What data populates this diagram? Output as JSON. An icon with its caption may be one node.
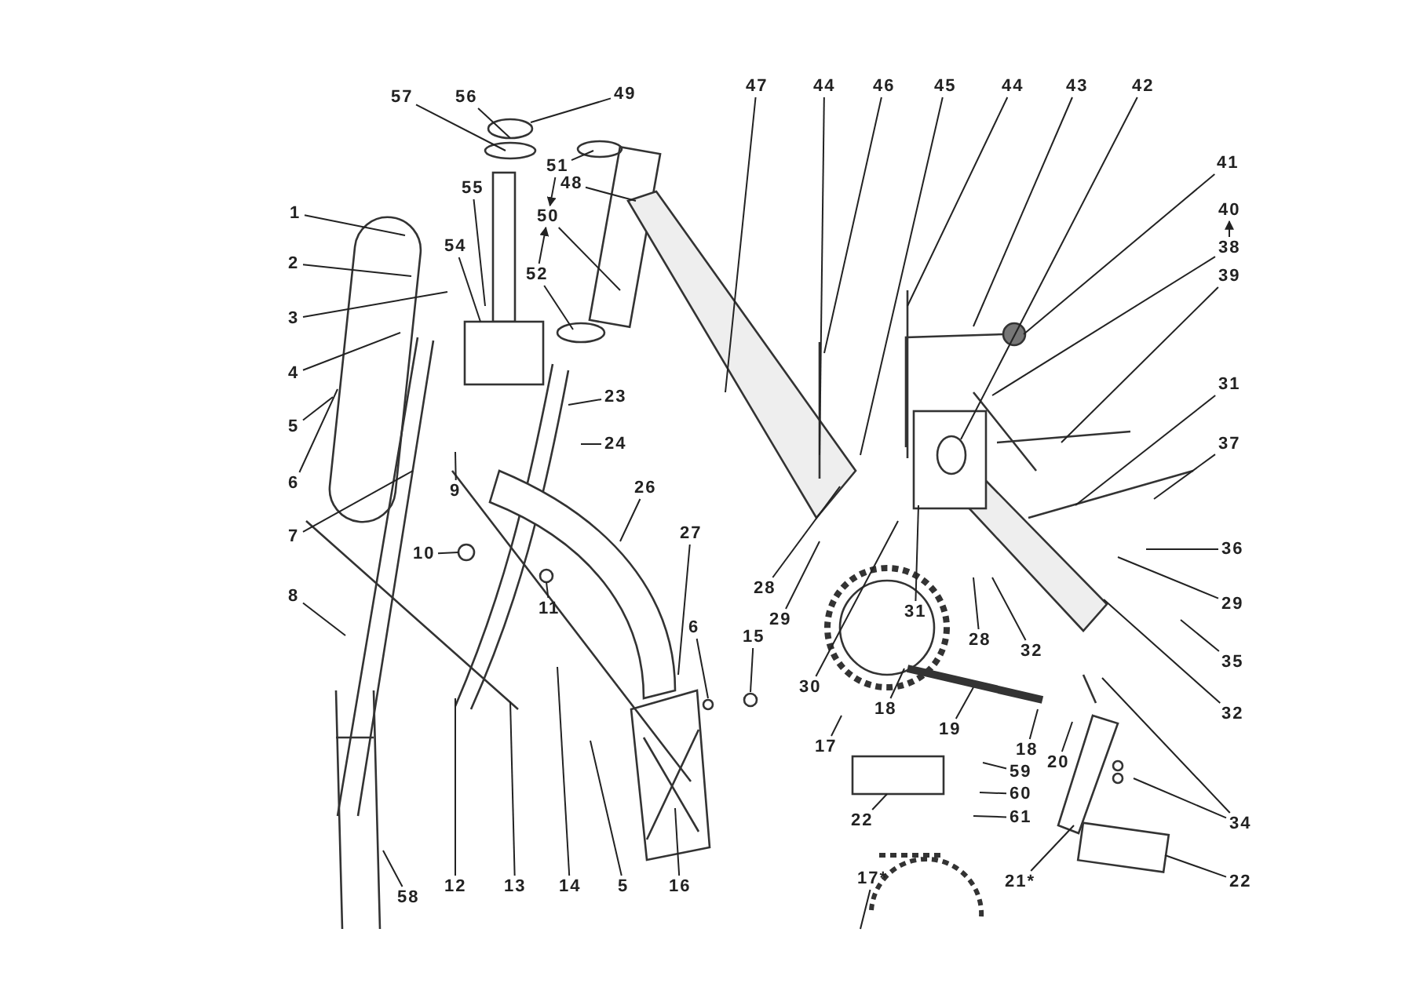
{
  "diagram": {
    "nodes": [
      {
        "text": [
          "57"
        ]
      },
      {
        "text": [
          "56"
        ]
      },
      {
        "text": [
          "49"
        ]
      },
      {
        "text": [
          "51"
        ]
      },
      {
        "text": [
          "55"
        ]
      },
      {
        "text": [
          "48"
        ]
      },
      {
        "text": [
          "50"
        ]
      },
      {
        "text": [
          "52"
        ]
      },
      {
        "text": [
          "54"
        ]
      },
      {
        "text": [
          "1"
        ]
      },
      {
        "text": [
          "2"
        ]
      },
      {
        "text": [
          "3"
        ]
      },
      {
        "text": [
          "4"
        ]
      },
      {
        "text": [
          "5"
        ]
      },
      {
        "text": [
          "6"
        ]
      },
      {
        "text": [
          "7"
        ]
      },
      {
        "text": [
          "9"
        ]
      },
      {
        "text": [
          "23"
        ]
      },
      {
        "text": [
          "24"
        ]
      },
      {
        "text": [
          "26"
        ]
      },
      {
        "text": [
          "8"
        ]
      },
      {
        "text": [
          "10"
        ]
      },
      {
        "text": [
          "11"
        ]
      },
      {
        "text": [
          "27"
        ]
      },
      {
        "text": [
          "47"
        ]
      },
      {
        "text": [
          "44"
        ]
      },
      {
        "text": [
          "46"
        ]
      },
      {
        "text": [
          "45"
        ]
      },
      {
        "text": [
          "44"
        ]
      },
      {
        "text": [
          "43"
        ]
      },
      {
        "text": [
          "42"
        ]
      },
      {
        "text": [
          "41"
        ]
      },
      {
        "text": [
          "40"
        ]
      },
      {
        "text": [
          "38"
        ]
      },
      {
        "text": [
          "39"
        ]
      },
      {
        "text": [
          "31"
        ]
      },
      {
        "text": [
          "37"
        ]
      },
      {
        "text": [
          "36"
        ]
      },
      {
        "text": [
          "29"
        ]
      },
      {
        "text": [
          "35"
        ]
      },
      {
        "text": [
          "32"
        ]
      },
      {
        "text": [
          "28"
        ]
      },
      {
        "text": [
          "29"
        ]
      },
      {
        "text": [
          "30"
        ]
      },
      {
        "text": [
          "31"
        ]
      },
      {
        "text": [
          "28"
        ]
      },
      {
        "text": [
          "32"
        ]
      },
      {
        "text": [
          "17"
        ]
      },
      {
        "text": [
          "18"
        ]
      },
      {
        "text": [
          "19"
        ]
      },
      {
        "text": [
          "18"
        ]
      },
      {
        "text": [
          "20"
        ]
      },
      {
        "text": [
          "59"
        ]
      },
      {
        "text": [
          "60"
        ]
      },
      {
        "text": [
          "61"
        ]
      },
      {
        "text": [
          "22"
        ]
      },
      {
        "text": [
          "17*"
        ]
      },
      {
        "text": [
          "21*"
        ]
      },
      {
        "text": [
          "22"
        ]
      },
      {
        "text": [
          "34"
        ]
      },
      {
        "text": [
          "12"
        ]
      },
      {
        "text": [
          "13"
        ]
      },
      {
        "text": [
          "14"
        ]
      },
      {
        "text": [
          "5"
        ]
      },
      {
        "text": [
          "16"
        ]
      },
      {
        "text": [
          "58"
        ]
      },
      {
        "text": [
          "6"
        ]
      },
      {
        "text": [
          "15"
        ]
      }
    ],
    "edges": [
      {
        "from": 0,
        "to": null,
        "arrow": "none"
      },
      {
        "from": 1,
        "to": null,
        "arrow": "none"
      },
      {
        "from": 2,
        "to": null,
        "arrow": "none"
      },
      {
        "from": 3,
        "to": null,
        "arrow": "none"
      },
      {
        "from": 4,
        "to": null,
        "arrow": "none"
      },
      {
        "from": 5,
        "to": null,
        "arrow": "none"
      },
      {
        "from": 6,
        "to": null,
        "arrow": "none"
      },
      {
        "from": 7,
        "to": null,
        "arrow": "none"
      },
      {
        "from": 8,
        "to": null,
        "arrow": "none"
      },
      {
        "from": 9,
        "to": null,
        "arrow": "none"
      },
      {
        "from": 10,
        "to": null,
        "arrow": "none"
      },
      {
        "from": 11,
        "to": null,
        "arrow": "none"
      },
      {
        "from": 12,
        "to": null,
        "arrow": "none"
      },
      {
        "from": 13,
        "to": null,
        "arrow": "none"
      },
      {
        "from": 14,
        "to": null,
        "arrow": "none"
      },
      {
        "from": 15,
        "to": null,
        "arrow": "none"
      },
      {
        "from": 16,
        "to": null,
        "arrow": "none"
      },
      {
        "from": 17,
        "to": null,
        "arrow": "none"
      },
      {
        "from": 18,
        "to": null,
        "arrow": "none"
      },
      {
        "from": 19,
        "to": null,
        "arrow": "none"
      },
      {
        "from": 20,
        "to": null,
        "arrow": "none"
      },
      {
        "from": 21,
        "to": null,
        "arrow": "none"
      },
      {
        "from": 22,
        "to": null,
        "arrow": "none"
      },
      {
        "from": 23,
        "to": null,
        "arrow": "none"
      },
      {
        "from": 24,
        "to": null,
        "arrow": "none"
      },
      {
        "from": 25,
        "to": null,
        "arrow": "none"
      },
      {
        "from": 26,
        "to": null,
        "arrow": "none"
      },
      {
        "from": 27,
        "to": null,
        "arrow": "none"
      },
      {
        "from": 28,
        "to": null,
        "arrow": "none"
      },
      {
        "from": 29,
        "to": null,
        "arrow": "none"
      },
      {
        "from": 30,
        "to": null,
        "arrow": "none"
      },
      {
        "from": 31,
        "to": null,
        "arrow": "none"
      },
      {
        "from": 33,
        "to": null,
        "arrow": "none"
      },
      {
        "from": 34,
        "to": null,
        "arrow": "none"
      },
      {
        "from": 35,
        "to": null,
        "arrow": "none"
      },
      {
        "from": 36,
        "to": null,
        "arrow": "none"
      },
      {
        "from": 37,
        "to": null,
        "arrow": "none"
      },
      {
        "from": 38,
        "to": null,
        "arrow": "none"
      },
      {
        "from": 39,
        "to": null,
        "arrow": "none"
      },
      {
        "from": 40,
        "to": null,
        "arrow": "none"
      },
      {
        "from": 41,
        "to": null,
        "arrow": "none"
      },
      {
        "from": 42,
        "to": null,
        "arrow": "none"
      },
      {
        "from": 43,
        "to": null,
        "arrow": "none"
      },
      {
        "from": 44,
        "to": null,
        "arrow": "none"
      },
      {
        "from": 45,
        "to": null,
        "arrow": "none"
      },
      {
        "from": 46,
        "to": null,
        "arrow": "none"
      },
      {
        "from": 47,
        "to": null,
        "arrow": "none"
      },
      {
        "from": 48,
        "to": null,
        "arrow": "none"
      },
      {
        "from": 49,
        "to": null,
        "arrow": "none"
      },
      {
        "from": 50,
        "to": null,
        "arrow": "none"
      },
      {
        "from": 51,
        "to": null,
        "arrow": "none"
      },
      {
        "from": 52,
        "to": null,
        "arrow": "none"
      },
      {
        "from": 53,
        "to": null,
        "arrow": "none"
      },
      {
        "from": 54,
        "to": null,
        "arrow": "none"
      },
      {
        "from": 55,
        "to": null,
        "arrow": "none"
      },
      {
        "from": 56,
        "to": null,
        "arrow": "none"
      },
      {
        "from": 57,
        "to": null,
        "arrow": "none"
      },
      {
        "from": 58,
        "to": null,
        "arrow": "none"
      },
      {
        "from": 59,
        "to": null,
        "arrow": "none"
      },
      {
        "from": 59,
        "to": null,
        "arrow": "none"
      },
      {
        "from": 60,
        "to": null,
        "arrow": "none"
      },
      {
        "from": 61,
        "to": null,
        "arrow": "none"
      },
      {
        "from": 62,
        "to": null,
        "arrow": "none"
      },
      {
        "from": 63,
        "to": null,
        "arrow": "none"
      },
      {
        "from": 64,
        "to": null,
        "arrow": "none"
      },
      {
        "from": 65,
        "to": null,
        "arrow": "none"
      },
      {
        "from": 66,
        "to": null,
        "arrow": "none"
      },
      {
        "from": 67,
        "to": null,
        "arrow": "none"
      },
      {
        "from": 3,
        "to": 6,
        "arrow": "to"
      },
      {
        "from": 7,
        "to": 6,
        "arrow": "to"
      },
      {
        "from": 33,
        "to": 32,
        "arrow": "to"
      }
    ]
  }
}
